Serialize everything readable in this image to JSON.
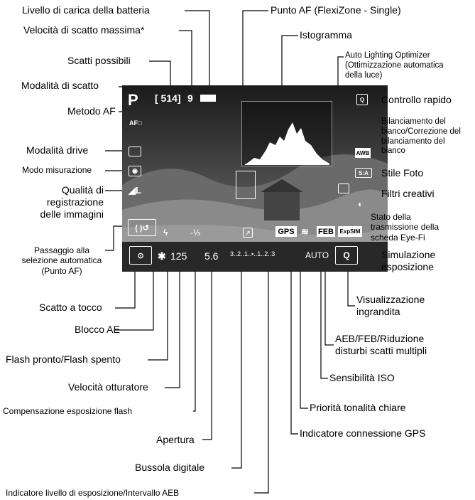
{
  "labels": {
    "battery_level": "Livello di carica della batteria",
    "max_burst": "Velocità di scatto massima*",
    "shots_possible": "Scatti possibili",
    "shooting_mode": "Modalità di scatto",
    "af_method": "Metodo AF",
    "drive_mode": "Modalità drive",
    "metering_mode": "Modo misurazione",
    "image_quality": [
      "Qualità di",
      "registrazione",
      "delle immagini"
    ],
    "auto_af_point": [
      "Passaggio alla",
      "selezione automatica",
      "(Punto AF)"
    ],
    "touch_shutter": "Scatto a tocco",
    "ae_lock": "Blocco AE",
    "flash_ready": "Flash pronto/Flash spento",
    "shutter_speed": "Velocità otturatore",
    "flash_exp_comp": "Compensazione esposizione flash",
    "aperture": "Apertura",
    "digital_compass": "Bussola digitale",
    "exposure_level": "Indicatore livello di esposizione/Intervallo AEB",
    "af_point": "Punto AF (FlexiZone - Single)",
    "histogram": "Istogramma",
    "alo": [
      "Auto Lighting Optimizer",
      "(Ottimizzazione automatica",
      "della luce)"
    ],
    "quick_control": "Controllo rapido",
    "white_balance": [
      "Bilanciamento del",
      "bianco/Correzione del",
      "bilanciamento del",
      "bianco"
    ],
    "picture_style": "Stile Foto",
    "creative_filters": "Filtri creativi",
    "eyefi": [
      "Stato della",
      "trasmissione della",
      "scheda Eye-Fi"
    ],
    "exposure_sim": [
      "Simulazione",
      "esposizione"
    ],
    "magnify": [
      "Visualizzazione",
      "ingrandita"
    ],
    "aeb": [
      "AEB/FEB/Riduzione",
      "disturbi scatti multipli"
    ],
    "iso": "Sensibilità ISO",
    "highlight_tone": "Priorità tonalità chiare",
    "gps": "Indicatore connessione GPS"
  },
  "screen": {
    "mode": "P",
    "af_method_icon": "AF□",
    "shots": "[ 514]",
    "burst": "9",
    "shutter": "125",
    "aperture": "5.6",
    "flash_comp": "-⅓",
    "gps": "GPS",
    "feb": "FEB",
    "expsim": "ExpSIM",
    "iso": "AUTO",
    "awb": "AWB",
    "scale": "3..2..1..▪..1..2.:3",
    "q": "Q"
  }
}
